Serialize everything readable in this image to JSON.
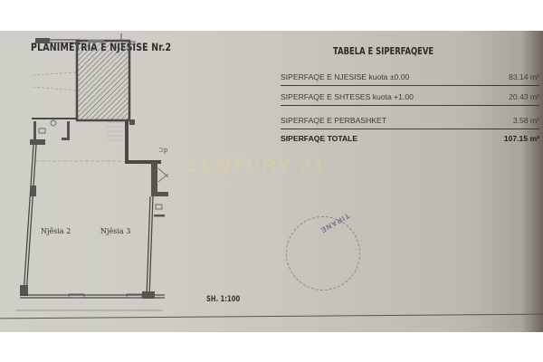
{
  "plan": {
    "title": "PLANIMETRIA E NJESISE Nr.2",
    "rooms": [
      {
        "label": "Njësia 2"
      },
      {
        "label": "Njësia 3"
      }
    ],
    "scale": "SH. 1:100"
  },
  "area_table": {
    "title": "TABELA E SIPERFAQEVE",
    "rows": [
      {
        "label": "SIPERFAQE E NJESISE  kuota ±0.00",
        "value": "83.14 m²"
      },
      {
        "label": "SIPERFAQE E SHTESES kuota +1.00",
        "value": "20.43 m²"
      },
      {
        "label": "SIPERFAQE E PERBASHKET",
        "value": "3.58 m²"
      }
    ],
    "total": {
      "label": "SIPERFAQE TOTALE",
      "value": "107.15 m²"
    }
  },
  "watermark": {
    "text": "CENTURY 21",
    "sub": "Gold"
  },
  "stamp": {
    "text": "TIRANE"
  },
  "colors": {
    "paper": "#cfccc4",
    "ink": "#2a2a28",
    "wall": "#5a5954"
  }
}
